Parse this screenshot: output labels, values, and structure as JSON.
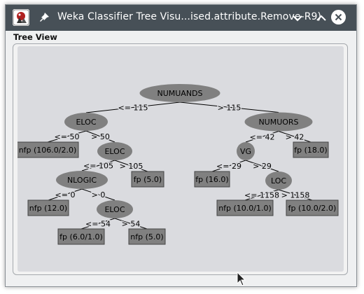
{
  "window": {
    "title": "Weka Classifier Tree Visu...ised.attribute.Remove-R9)",
    "icons": [
      "weka-app-icon",
      "pin-icon",
      "chevron-down-icon",
      "chevron-up-icon",
      "close-icon"
    ]
  },
  "panel": {
    "label": "Tree View"
  },
  "tree": {
    "nodes": [
      {
        "id": "n1",
        "type": "split",
        "label": "NUMUANDS"
      },
      {
        "id": "n2",
        "type": "split",
        "label": "ELOC"
      },
      {
        "id": "n3",
        "type": "split",
        "label": "NUMUORS"
      },
      {
        "id": "n4",
        "type": "leaf",
        "label": "nfp (106.0/2.0)"
      },
      {
        "id": "n5",
        "type": "split",
        "label": "ELOC"
      },
      {
        "id": "n6",
        "type": "split",
        "label": "VG"
      },
      {
        "id": "n7",
        "type": "leaf",
        "label": "fp (18.0)"
      },
      {
        "id": "n8",
        "type": "split",
        "label": "NLOGIC"
      },
      {
        "id": "n9",
        "type": "leaf",
        "label": "fp (5.0)"
      },
      {
        "id": "n10",
        "type": "leaf",
        "label": "fp (16.0)"
      },
      {
        "id": "n11",
        "type": "split",
        "label": "LOC"
      },
      {
        "id": "n12",
        "type": "leaf",
        "label": "nfp (12.0)"
      },
      {
        "id": "n13",
        "type": "split",
        "label": "ELOC"
      },
      {
        "id": "n14",
        "type": "leaf",
        "label": "nfp (10.0/1.0)"
      },
      {
        "id": "n15",
        "type": "leaf",
        "label": "fp (10.0/2.0)"
      },
      {
        "id": "n16",
        "type": "leaf",
        "label": "fp (6.0/1.0)"
      },
      {
        "id": "n17",
        "type": "leaf",
        "label": "nfp (5.0)"
      }
    ],
    "edges": [
      {
        "from": "n1",
        "to": "n2",
        "label": "<= 115"
      },
      {
        "from": "n1",
        "to": "n3",
        "label": "> 115"
      },
      {
        "from": "n2",
        "to": "n4",
        "label": "<= 50"
      },
      {
        "from": "n2",
        "to": "n5",
        "label": "> 50"
      },
      {
        "from": "n3",
        "to": "n6",
        "label": "<= 42"
      },
      {
        "from": "n3",
        "to": "n7",
        "label": "> 42"
      },
      {
        "from": "n5",
        "to": "n8",
        "label": "<= 105"
      },
      {
        "from": "n5",
        "to": "n9",
        "label": "> 105"
      },
      {
        "from": "n6",
        "to": "n10",
        "label": "<= 29"
      },
      {
        "from": "n6",
        "to": "n11",
        "label": "> 29"
      },
      {
        "from": "n8",
        "to": "n12",
        "label": "<= 0"
      },
      {
        "from": "n8",
        "to": "n13",
        "label": "> 0"
      },
      {
        "from": "n11",
        "to": "n14",
        "label": "<= 1158"
      },
      {
        "from": "n11",
        "to": "n15",
        "label": "> 1158"
      },
      {
        "from": "n13",
        "to": "n16",
        "label": "<= 54"
      },
      {
        "from": "n13",
        "to": "n17",
        "label": "> 54"
      }
    ]
  },
  "colors": {
    "titlebar": "#475057",
    "node_fill": "#808080",
    "canvas": "#dadbdf"
  }
}
